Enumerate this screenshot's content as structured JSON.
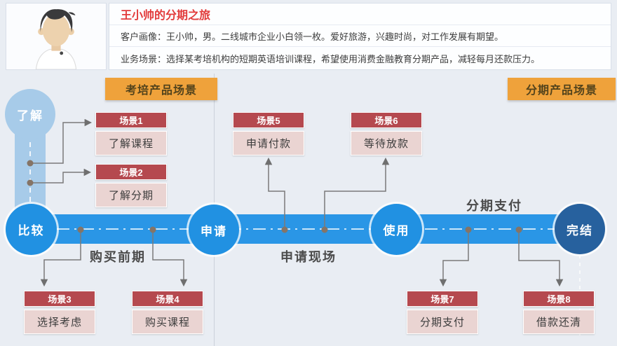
{
  "header": {
    "title": "王小帅的分期之旅",
    "customer_profile": "客户画像：王小帅，男。二线城市企业小白领一枚。爱好旅游，兴趣时尚，对工作发展有期望。",
    "business_scene": "业务场景：选择某考培机构的短期英语培训课程，希望使用消费金融教育分期产品，减轻每月还款压力。"
  },
  "badges": {
    "left": "考培产品场景",
    "right": "分期产品场景"
  },
  "stages": [
    {
      "label": "了解"
    },
    {
      "label": "比较"
    },
    {
      "label": "申请"
    },
    {
      "label": "使用"
    },
    {
      "label": "完结"
    }
  ],
  "phases": {
    "left": "购买前期",
    "middle": "申请现场",
    "right": "分期支付"
  },
  "scenes": [
    {
      "tag": "场景1",
      "label": "了解课程"
    },
    {
      "tag": "场景2",
      "label": "了解分期"
    },
    {
      "tag": "场景3",
      "label": "选择考虑"
    },
    {
      "tag": "场景4",
      "label": "购买课程"
    },
    {
      "tag": "场景5",
      "label": "申请付款"
    },
    {
      "tag": "场景6",
      "label": "等待放款"
    },
    {
      "tag": "场景7",
      "label": "分期支付"
    },
    {
      "tag": "场景8",
      "label": "借款还清"
    }
  ],
  "colors": {
    "timeline_blue": "#2a96e6",
    "stage_circle_blue": "#2191e2",
    "final_circle_blue": "#27619e",
    "awareness_light_blue": "#a7cbe9",
    "scene_header_red": "#b5494f",
    "scene_body_pink": "#ead4d2",
    "badge_orange": "#efa23b",
    "title_red": "#e23a3a"
  }
}
